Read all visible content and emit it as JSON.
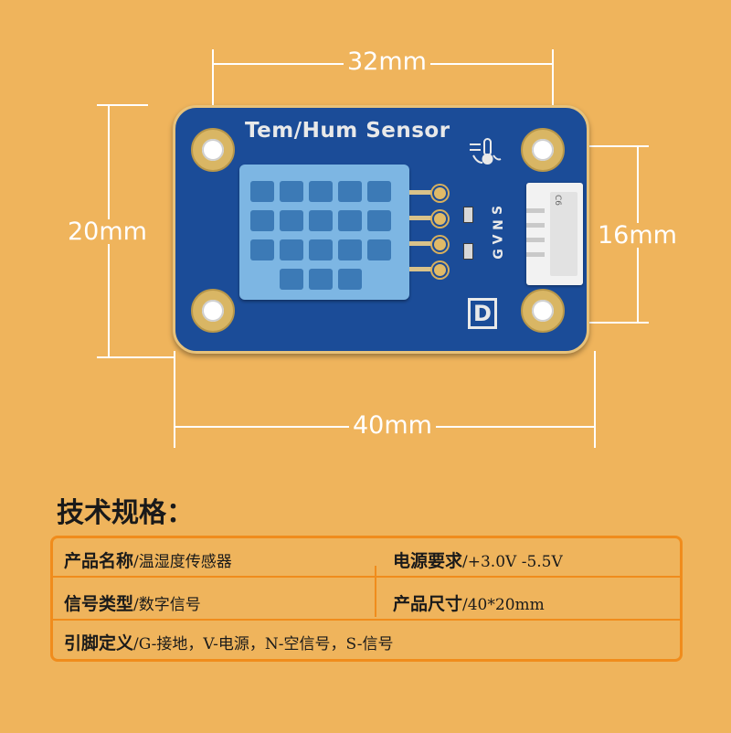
{
  "dimensions": {
    "width_label": "32mm",
    "height_label": "20mm",
    "pin_span_label": "16mm",
    "length_label": "40mm"
  },
  "board": {
    "title": "Tem/Hum Sensor",
    "pin_labels": [
      "G",
      "V",
      "N",
      "S"
    ],
    "logo_letter": "D",
    "connector_text": "C6",
    "colors": {
      "pcb": "#1B4C98",
      "sensor": "#7DB6E3",
      "gold": "#D9B664"
    }
  },
  "specs": {
    "heading": "技术规格：",
    "rows": [
      {
        "left_key": "产品名称",
        "left_value": "/温湿度传感器",
        "right_key": "电源要求",
        "right_value": "/+3.0V -5.5V"
      },
      {
        "left_key": "信号类型",
        "left_value": "/数字信号",
        "right_key": "产品尺寸",
        "right_value": "/40*20mm"
      }
    ],
    "pin_def": {
      "key": "引脚定义",
      "value": "/G-接地，V-电源，N-空信号，S-信号"
    },
    "colors": {
      "background": "#EFB45C",
      "border": "#F08C1C"
    }
  }
}
